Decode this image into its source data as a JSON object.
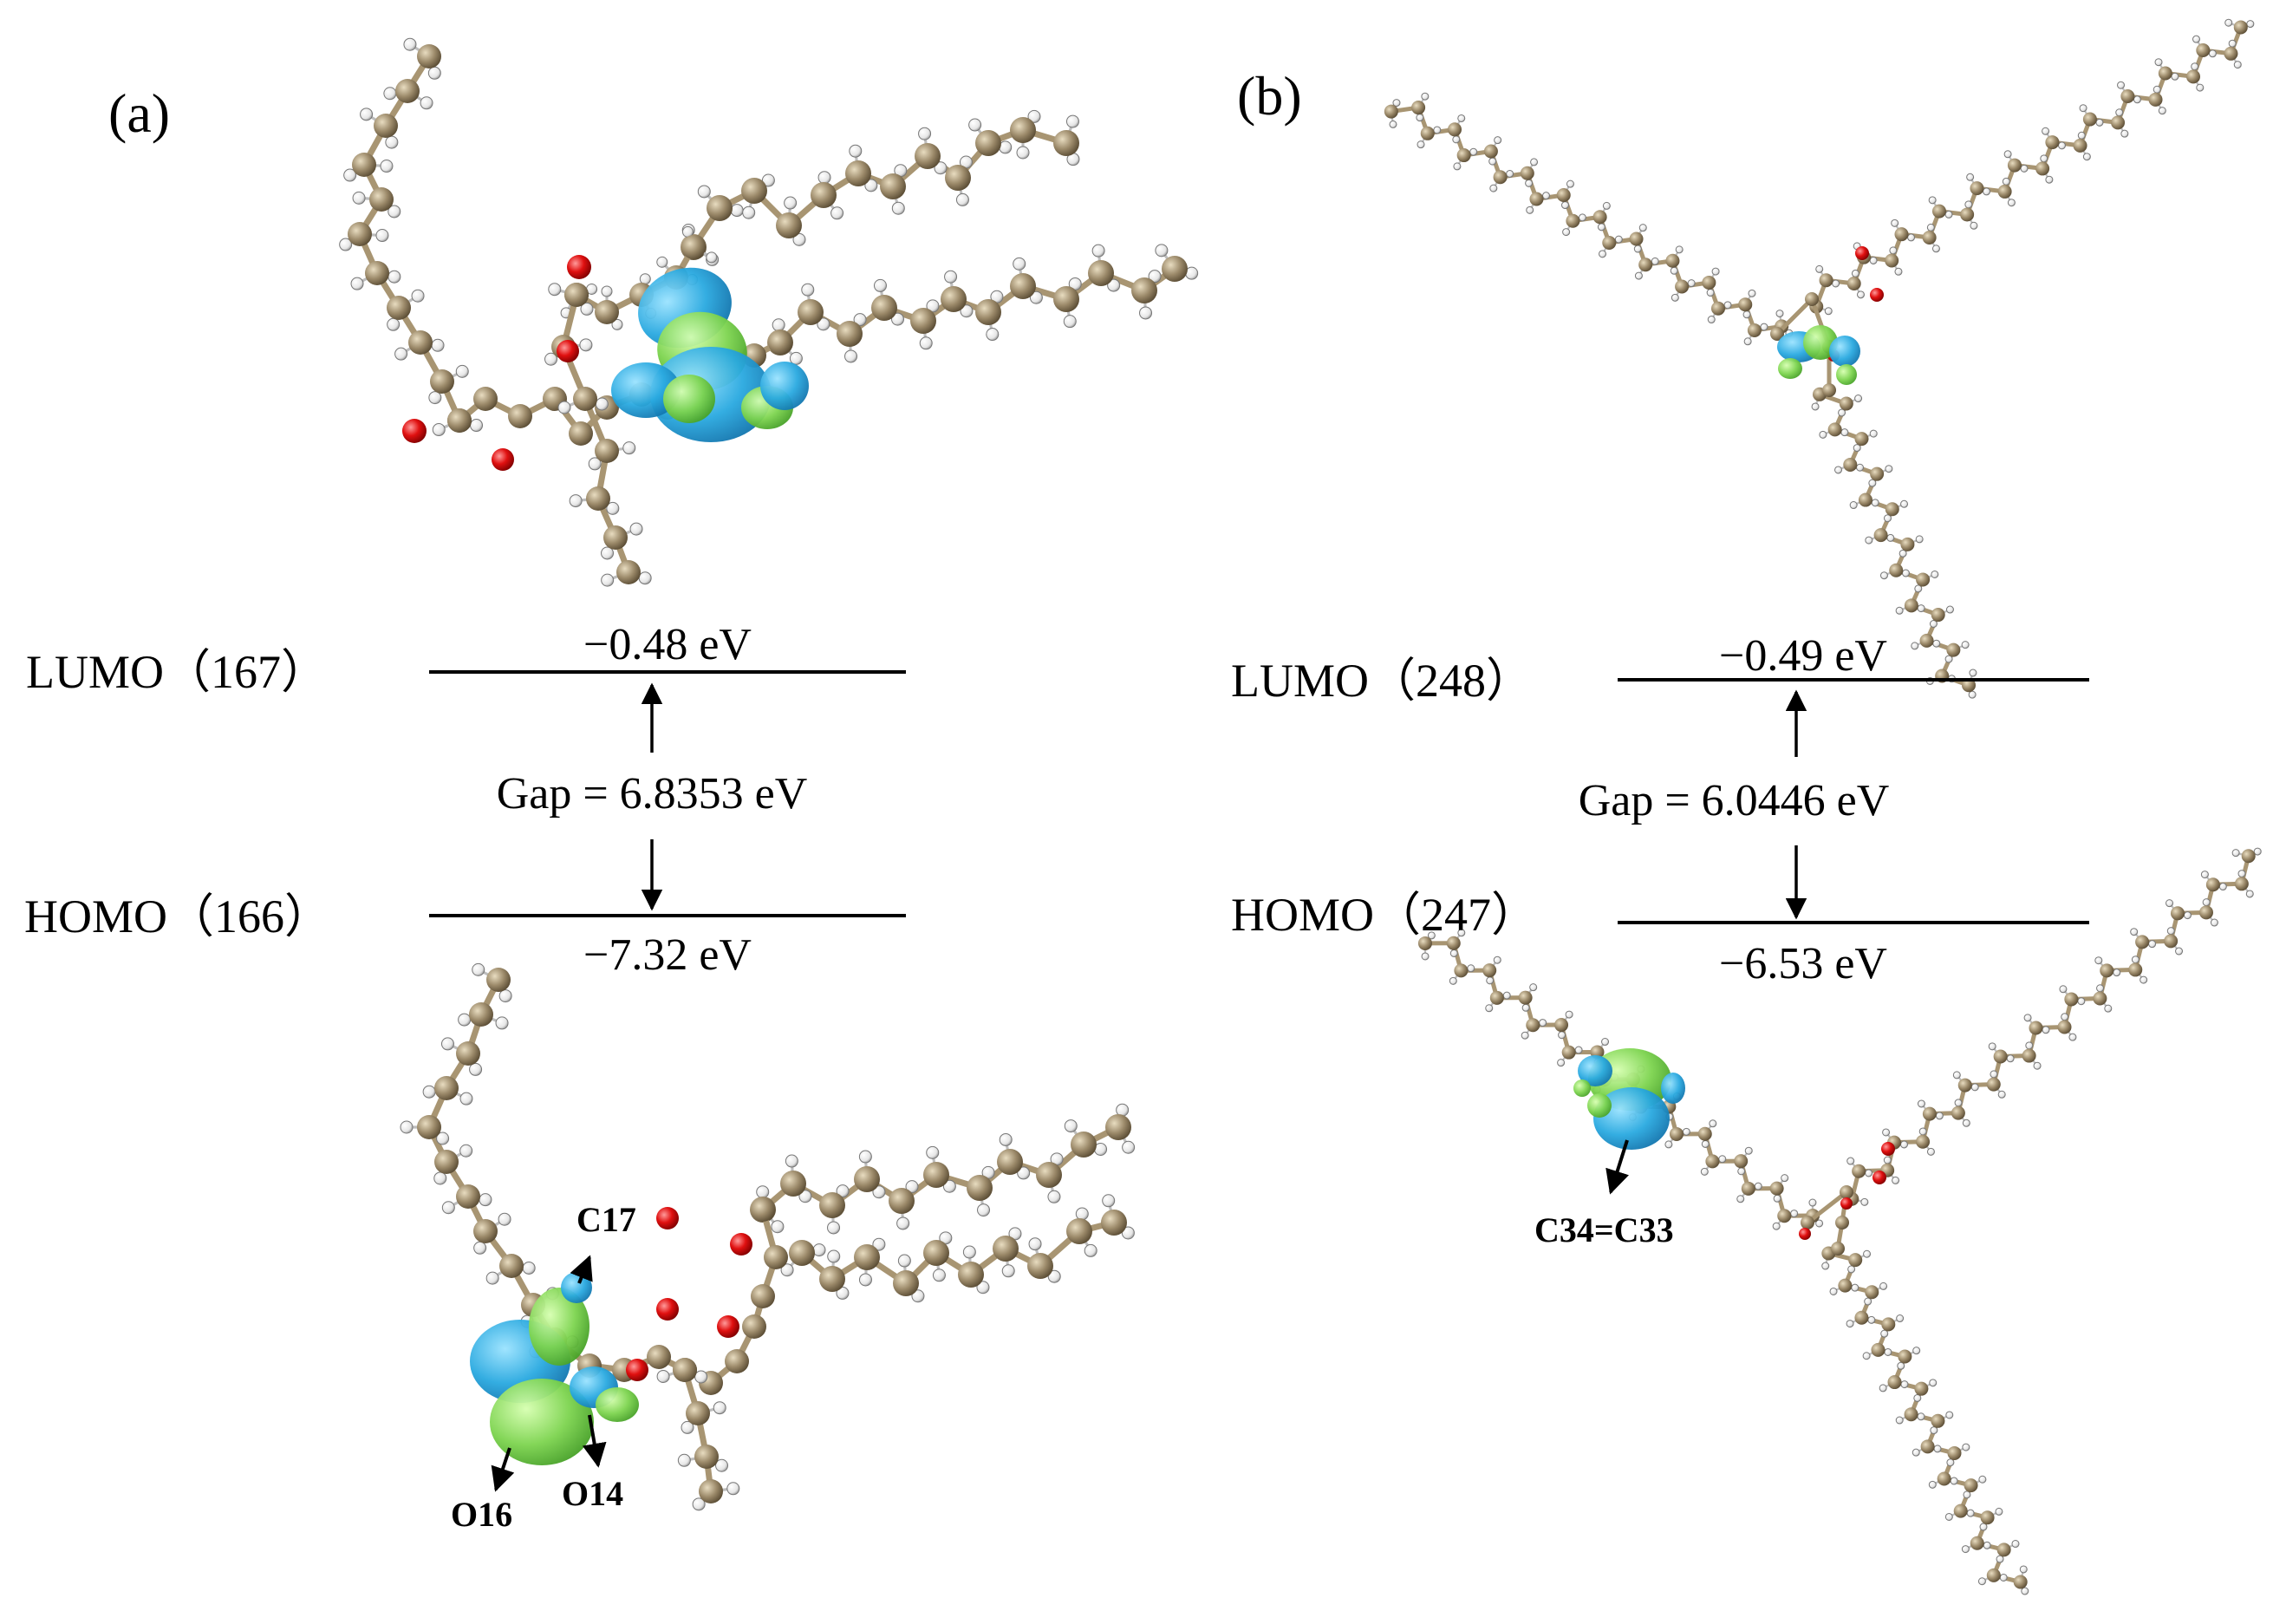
{
  "panels": [
    {
      "label": "(a)",
      "lumo_label": "LUMO（167）",
      "homo_label": "HOMO（166）",
      "lumo_energy": "−0.48 eV",
      "homo_energy": "−7.32 eV",
      "gap": "Gap = 6.8353 eV",
      "atom_labels": [
        "C17",
        "O16",
        "O14"
      ]
    },
    {
      "label": "(b)",
      "lumo_label": "LUMO（248）",
      "homo_label": "HOMO（247）",
      "lumo_energy": "−0.49 eV",
      "homo_energy": "−6.53 eV",
      "gap": "Gap = 6.0446 eV",
      "atom_labels": [
        "C34=C33"
      ]
    }
  ],
  "colors": {
    "carbon": "#9c8a6a",
    "hydrogen": "#f2f2f2",
    "oxygen": "#e01010",
    "bond": "#a89572",
    "orbital_positive": "#29a9e0",
    "orbital_negative": "#7dd44f"
  }
}
